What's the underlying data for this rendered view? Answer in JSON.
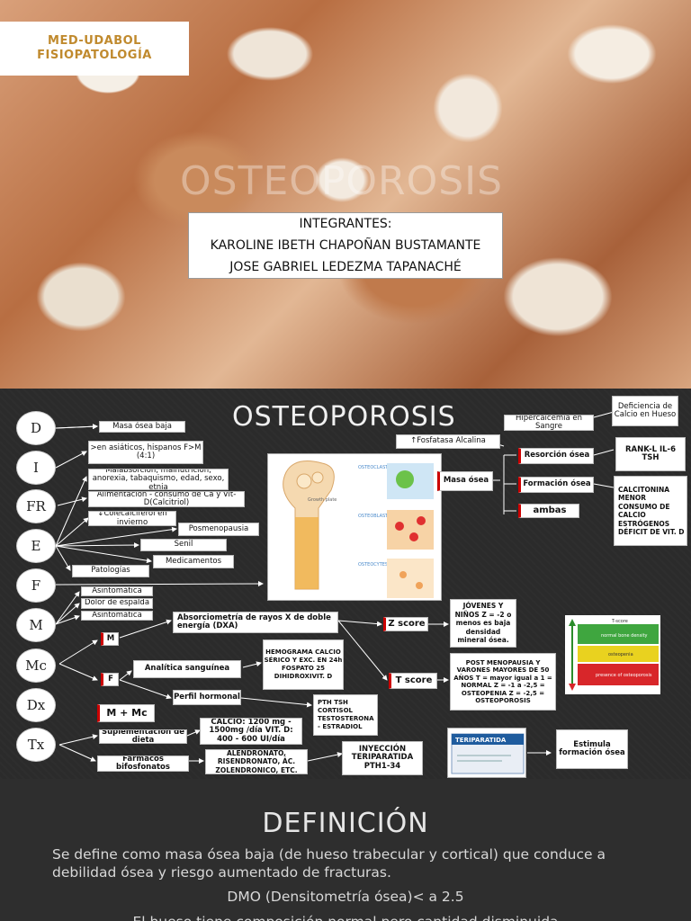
{
  "slide1": {
    "brand_line1": "MED-UDABOL",
    "brand_line2": "FISIOPATOLOGÍA",
    "ghost_title": "OSTEOPOROSIS",
    "members_heading": "INTEGRANTES:",
    "member1": "KAROLINE IBETH CHAPOÑAN BUSTAMANTE",
    "member2": "JOSE GABRIEL LEDEZMA TAPANACHÉ"
  },
  "slide2": {
    "title": "OSTEOPOROSIS",
    "circles": [
      "D",
      "I",
      "FR",
      "E",
      "F",
      "M",
      "Mc",
      "Dx",
      "Tx"
    ],
    "d_box": "Masa ósea baja",
    "i_box": ">en asiáticos, hispanos F>M (4:1)",
    "fr_box1": "Malabsorción, malnutrición, anorexia, tabaquismo, edad, sexo, etnia",
    "fr_box2": "Alimentación - consumo de Ca y Vit-D(Calcitriol)",
    "fr_box3": "↓Colecalciferol en invierno",
    "e_box1": "Posmenopausia",
    "e_box2": "Senil",
    "e_box3": "Medicamentos",
    "e_box4": "Patologías",
    "m_box1": "Asintomática",
    "m_box2": "Dolor de espalda",
    "m_box3": "Asintomática",
    "mc_m": "M",
    "mc_f": "F",
    "dxa": "Absorciometría de rayos X de doble energía (DXA)",
    "analitica": "Analítica sanguínea",
    "perfil": "Perfil hormonal",
    "hemograma": "HEMOGRAMA CALCIO SÉRICO Y EXC. EN 24h FOSPATO 25 DIHIDROXIVIT. D",
    "pth": "PTH TSH CORTISOL TESTOSTERONA - ESTRADIOL",
    "zscore": "Z score",
    "tscore": "T score",
    "jovenes": "JÓVENES Y NIÑOS Z = -2 o menos es baja densidad mineral ósea.",
    "post": "POST MENOPAUSIA Y VARONES MAYORES DE 50 AÑOS T = mayor igual a 1 = NORMAL Z = -1 a -2,5 = OSTEOPENIA Z = -2,5 = OSTEOPOROSIS",
    "dx_box": "M + Mc",
    "tx_box1": "Suplementación de dieta",
    "tx_box2": "Fármacos bifosfonatos",
    "calcio": "CALCIO: 1200 mg - 1500mg /día VIT. D: 400 - 600 UI/día",
    "alendronato": "ALENDRONATO, RISENDRONATO, ÁC. ZOLENDRONICO, ETC.",
    "inyeccion": "INYECCIÓN TERIPARATIDA PTH1-34",
    "estimula": "Estimula formación ósea",
    "deficiencia": "Deficiencia de Calcio en Hueso",
    "hipercalcemia": "Hipercalcemia en Sangre",
    "fosfatasa": "↑Fosfatasa Alcalina",
    "masa_osea": "Masa ósea",
    "resorcion": "Resorción ósea",
    "formacion": "Formación ósea",
    "ambas": "ambas",
    "rank": "RANK-L IL-6 TSH",
    "calcitonina": "CALCITONINA MENOR CONSUMO DE CALCIO ESTRÓGENOS DÉFICIT DE VIT. D",
    "bone_labels": [
      "OSTEOCLAST",
      "OSTEOBLASTS",
      "OSTEOCYTES",
      "Growth plate"
    ],
    "tscore_img_title": "T-score",
    "tscore_bands": [
      "normal bone density",
      "osteopenia",
      "presence of osteoporosis"
    ],
    "med_label": "TERIPARATIDA"
  },
  "slide3": {
    "title": "DEFINICIÓN",
    "text1": "Se define como masa ósea baja (de hueso trabecular y cortical) que conduce a debilidad ósea y riesgo aumentado de fracturas.",
    "text2": "DMO (Densitometría ósea)< a 2.5",
    "text3": "El hueso tiene composición normal pero cantidad disminuida"
  },
  "colors": {
    "accent_gold": "#c08a2e",
    "red_marker": "#cc0000",
    "dark_bg": "#2b2b2b"
  }
}
